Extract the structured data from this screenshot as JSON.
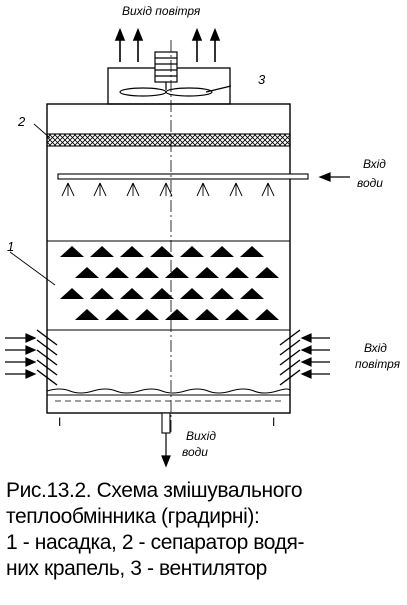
{
  "labels": {
    "air_out": "Вихід повітря",
    "water_in_1": "Вхід",
    "water_in_2": "води",
    "air_in_1": "Вхід",
    "air_in_2": "повітря",
    "water_out_1": "Вихід",
    "water_out_2": "води",
    "num_1": "1",
    "num_2": "2",
    "num_3": "3",
    "support_left": "I",
    "support_right": "I"
  },
  "caption": {
    "line1": "Рис.13.2. Схема  змішувального",
    "line2": "теплообмінника (градирні):",
    "line3": "1 - насадка,  2 - сепаратор водя-",
    "line4": "них крапель, 3 - вентилятор"
  },
  "colors": {
    "ink": "#000000",
    "background": "#ffffff"
  }
}
